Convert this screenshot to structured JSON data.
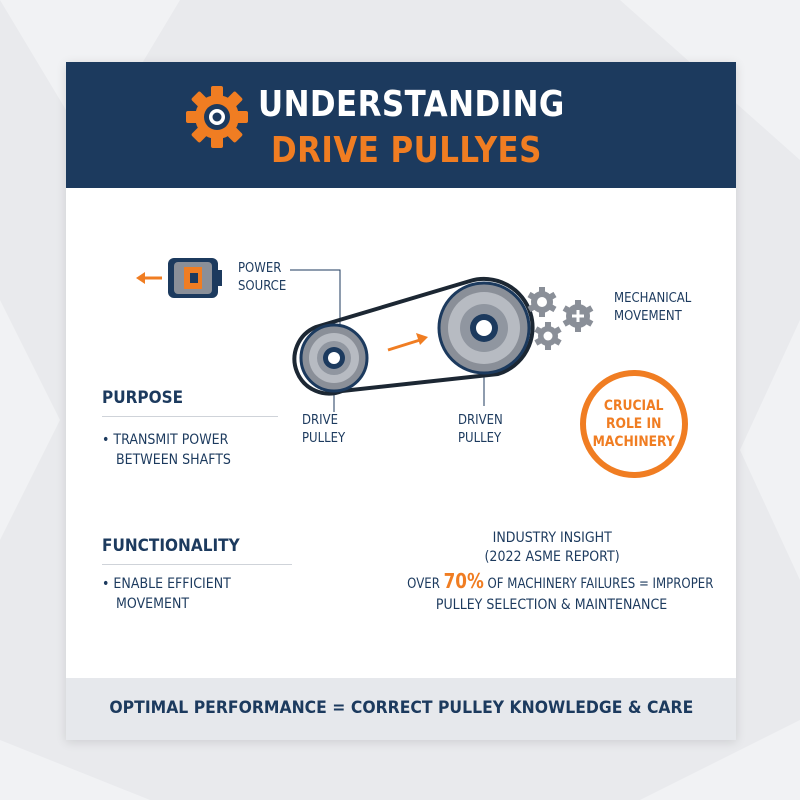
{
  "header": {
    "title_line1": "UNDERSTANDING",
    "title_line2": "DRIVE PULLYES"
  },
  "diagram": {
    "power_source": "POWER\nSOURCE",
    "mechanical_movement": "MECHANICAL\nMOVEMENT",
    "drive_pulley": "DRIVE\nPULLEY",
    "driven_pulley": "DRIVEN\nPULLEY"
  },
  "badge": {
    "text": "CRUCIAL\nROLE IN\nMACHINERY"
  },
  "purpose": {
    "title": "PURPOSE",
    "bullet_line1": "• TRANSMIT POWER",
    "bullet_line2": "BETWEEN SHAFTS"
  },
  "functionality": {
    "title": "FUNCTIONALITY",
    "bullet_line1": "• ENABLE EFFICIENT",
    "bullet_line2": "MOVEMENT"
  },
  "insight": {
    "heading": "INDUSTRY INSIGHT",
    "source": "(2022 ASME REPORT)",
    "prefix": "OVER ",
    "percent": "70%",
    "suffix": " OF MACHINERY FAILURES = IMPROPER",
    "line3": "PULLEY SELECTION & MAINTENANCE"
  },
  "footer": {
    "text": "OPTIMAL PERFORMANCE = CORRECT PULLEY KNOWLEDGE & CARE"
  },
  "colors": {
    "navy": "#1c3a5e",
    "orange": "#f07d22",
    "gray": "#8a8f98"
  },
  "icons": [
    "gear-icon",
    "motor-icon",
    "gears-icon",
    "arrow-left-icon",
    "arrow-right-icon"
  ]
}
